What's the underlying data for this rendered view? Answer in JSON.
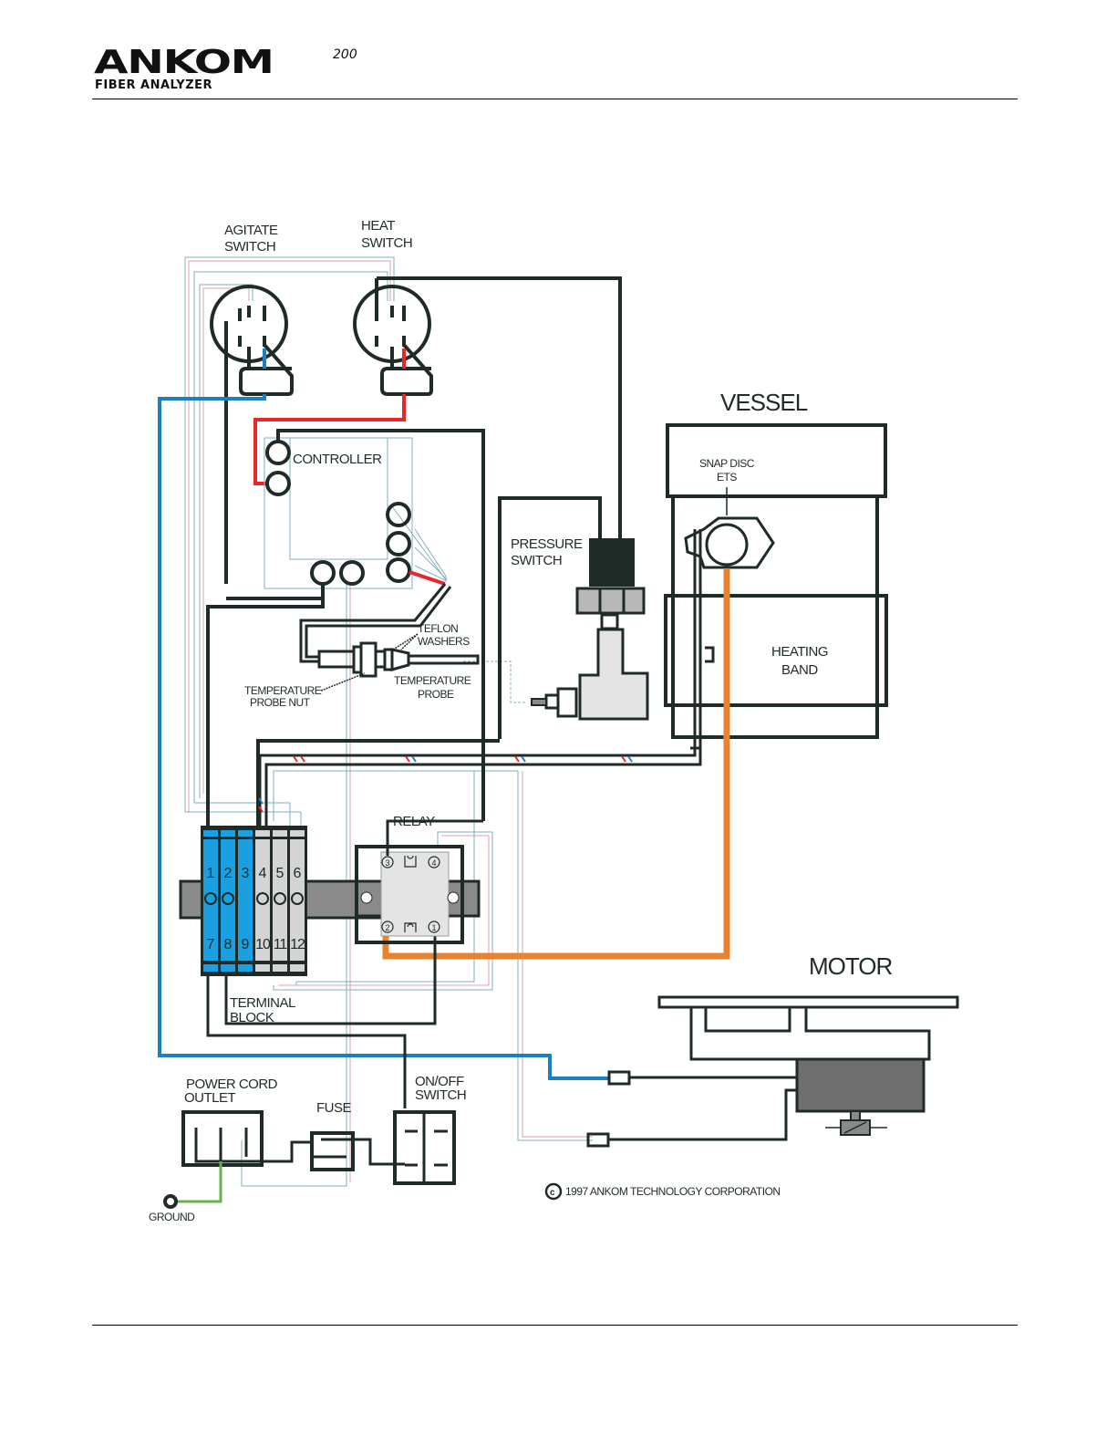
{
  "header": {
    "logo_text": "ANKOM",
    "logo_superscript": "200",
    "logo_subtitle": "FIBER ANALYZER"
  },
  "diagram": {
    "title": "Wiring diagram",
    "components": {
      "agitate_switch": [
        "AGITATE",
        "SWITCH"
      ],
      "heat_switch": [
        "HEAT",
        "SWITCH"
      ],
      "controller": "CONTROLLER",
      "teflon_washers": [
        "TEFLON",
        "WASHERS"
      ],
      "temperature_probe_nut": [
        "TEMPERATURE",
        "PROBE NUT"
      ],
      "temperature_probe": [
        "TEMPERATURE",
        "PROBE"
      ],
      "pressure_switch": [
        "PRESSURE",
        "SWITCH"
      ],
      "vessel": "VESSEL",
      "snap_disc": [
        "SNAP DISC",
        "ETS"
      ],
      "heating_band": [
        "HEATING",
        "BAND"
      ],
      "relay": "RELAY",
      "relay_terminals": [
        "3",
        "4",
        "2",
        "1"
      ],
      "terminal_block": [
        "TERMINAL",
        "BLOCK"
      ],
      "terminal_numbers_top": [
        "1",
        "2",
        "3",
        "4",
        "5",
        "6"
      ],
      "terminal_numbers_bottom": [
        "7",
        "8",
        "9",
        "10",
        "11",
        "12"
      ],
      "motor": "MOTOR",
      "power_cord_outlet": [
        "POWER CORD",
        "OUTLET"
      ],
      "fuse": "FUSE",
      "on_off_switch": [
        "ON/OFF",
        "SWITCH"
      ],
      "ground": "GROUND"
    },
    "copyright": "1997 ANKOM TECHNOLOGY CORPORATION",
    "wire_colors": {
      "black": "#1e2b27",
      "blue": "#1b7fc4",
      "red": "#e8262b",
      "orange": "#e8822f",
      "green": "#6ab04c",
      "white_trace": "#8fb8c8"
    },
    "fill_colors": {
      "terminal_blue": "#1a9fe0",
      "terminal_gray": "#d4d4d4",
      "rail_gray": "#8a8a8a",
      "relay_gray": "#e4e4e4",
      "heating_band": "#dcdcdc",
      "motor_body": "#6e6e6e"
    }
  }
}
